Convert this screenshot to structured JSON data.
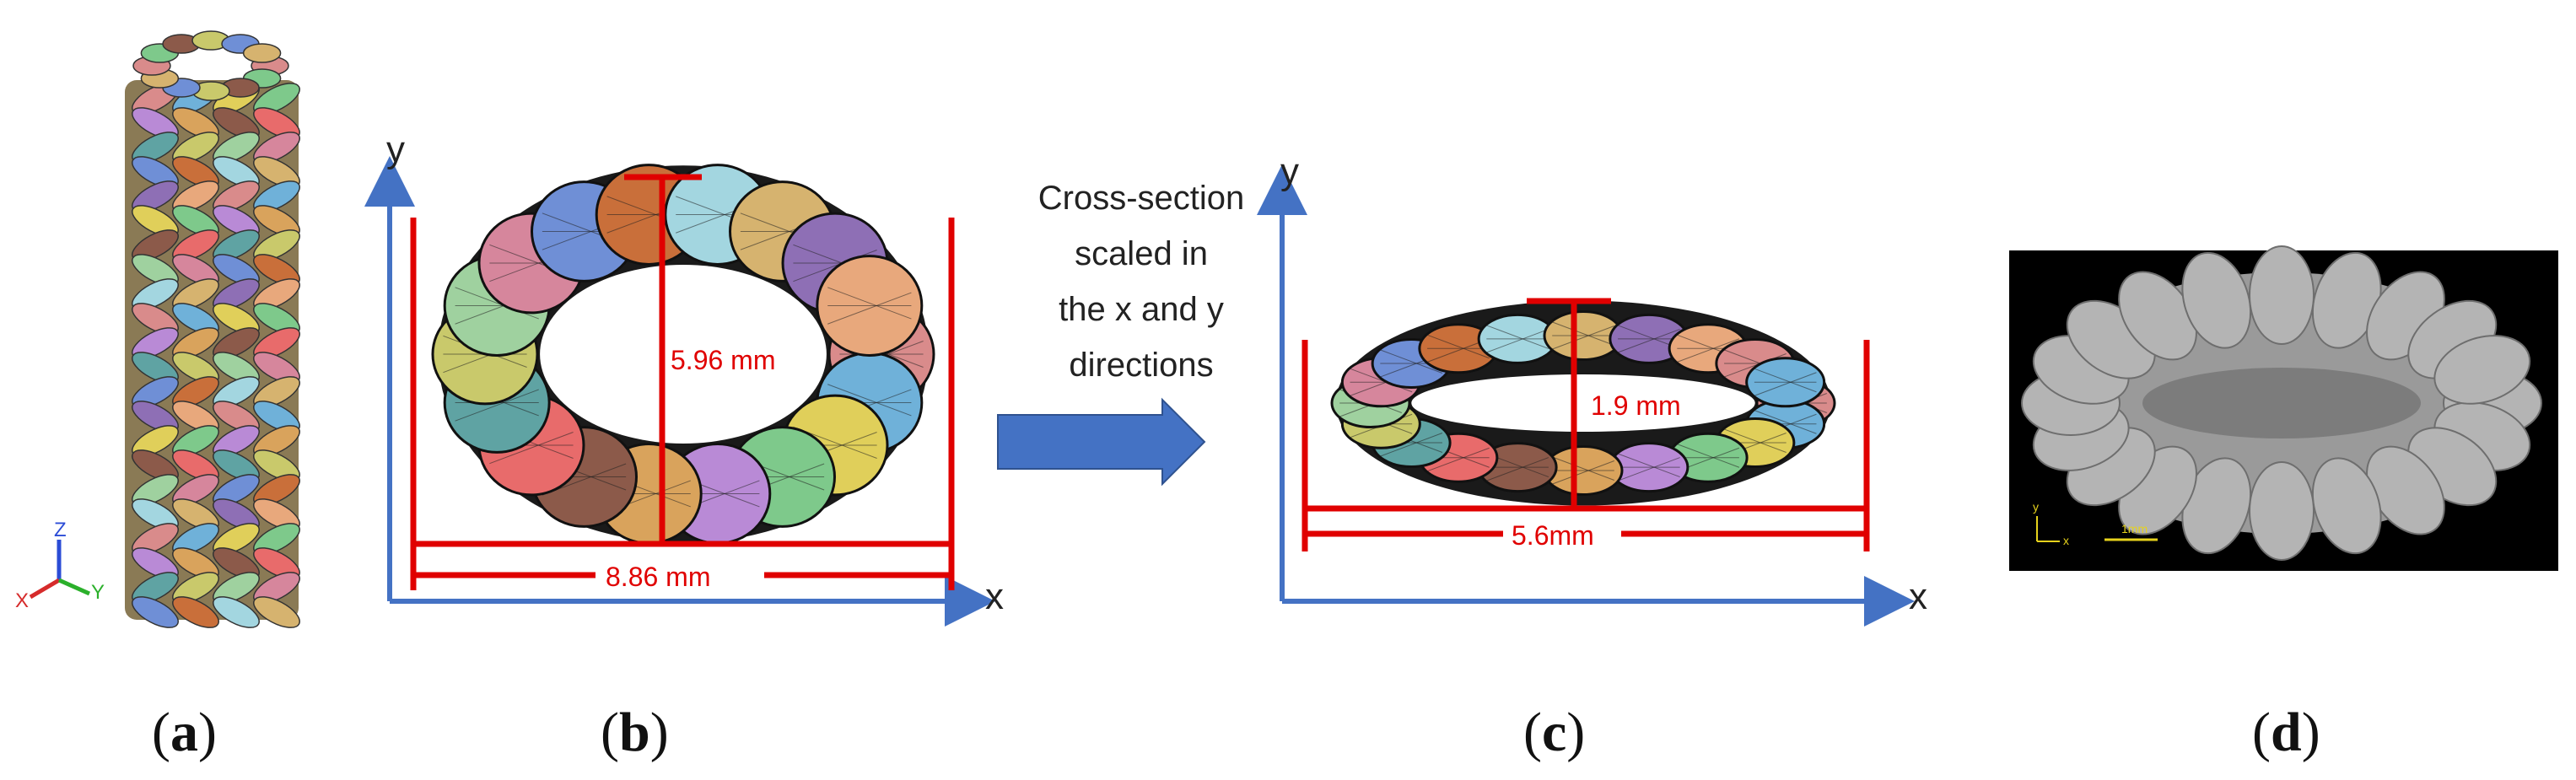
{
  "panel_b": {
    "axis_x": "x",
    "axis_y": "y",
    "height_label": "5.96 mm",
    "width_label": "8.86 mm"
  },
  "panel_c": {
    "axis_x": "x",
    "axis_y": "y",
    "height_label": "1.9 mm",
    "width_label": "5.6mm"
  },
  "transform_arrow": {
    "lines": [
      "Cross-section",
      "scaled in",
      "the x and y",
      "directions"
    ],
    "color": "#4472c4"
  },
  "panel_a": {
    "triad": {
      "z": "Z",
      "x": "X",
      "y": "Y"
    }
  },
  "panel_d": {
    "scale_label": "1mm",
    "axis_x": "x",
    "axis_y": "y"
  },
  "panel_labels": [
    {
      "open": "(",
      "letter": "a",
      "close": ")"
    },
    {
      "open": "(",
      "letter": "b",
      "close": ")"
    },
    {
      "open": "(",
      "letter": "c",
      "close": ")"
    },
    {
      "open": "(",
      "letter": "d",
      "close": ")"
    }
  ],
  "colors": {
    "axis_blue": "#4472c4",
    "dimension_red": "#e00000",
    "micro_ct_background": "#000000",
    "scale_bar": "#e6d21c"
  }
}
